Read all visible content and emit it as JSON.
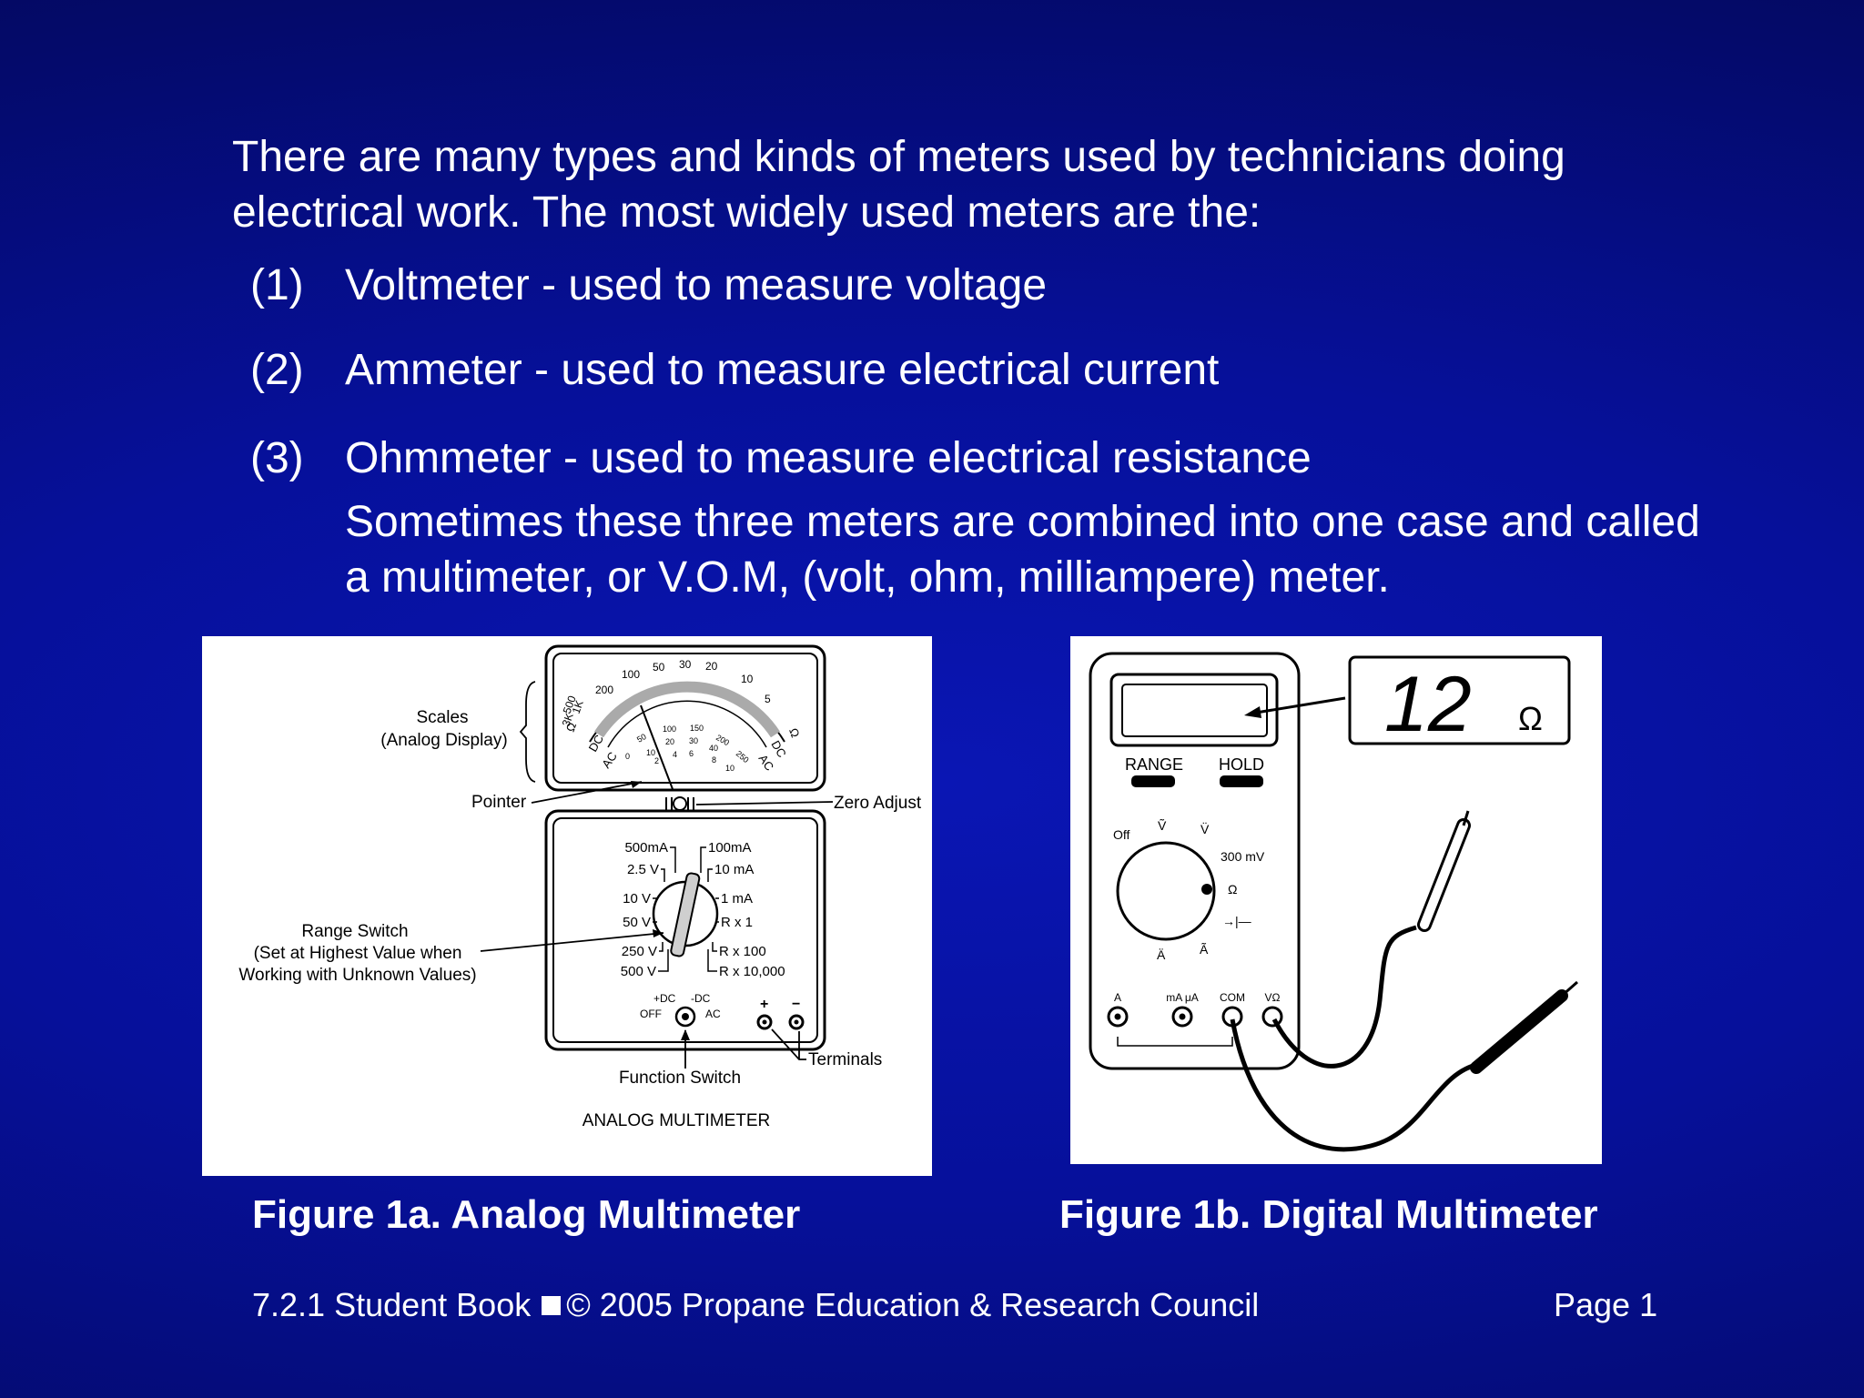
{
  "intro": "There are many types and kinds of meters used by technicians doing electrical work.  The most widely used meters are the:",
  "items": [
    {
      "num": "(1)",
      "text": "Voltmeter - used to measure voltage"
    },
    {
      "num": "(2)",
      "text": "Ammeter - used to measure electrical current"
    },
    {
      "num": "(3)",
      "text": "Ohmmeter - used to measure electrical resistance"
    }
  ],
  "note": "Sometimes these three meters are combined into one case and called a multimeter, or V.O.M, (volt, ohm, milliampere) meter.",
  "figure_a": {
    "caption": "Figure 1a.  Analog Multimeter",
    "title": "ANALOG MULTIMETER",
    "labels": {
      "scales_1": "Scales",
      "scales_2": "(Analog Display)",
      "pointer": "Pointer",
      "zero_adjust": "Zero Adjust",
      "range_switch_1": "Range Switch",
      "range_switch_2": "(Set at Highest Value when",
      "range_switch_3": "Working with Unknown Values)",
      "function_switch": "Function Switch",
      "terminals": "Terminals"
    },
    "scale_top": [
      "500",
      "1K",
      "3K",
      "200",
      "100",
      "50",
      "30",
      "20",
      "10",
      "5"
    ],
    "scale_mid": [
      "100",
      "150",
      "200",
      "250",
      "50",
      "20",
      "30",
      "40",
      "10",
      "0",
      "6",
      "8",
      "10",
      "2",
      "4"
    ],
    "scale_side": [
      "Ω",
      "DC",
      "AC",
      "Ω",
      "DC",
      "AC"
    ],
    "dial_left": [
      "500mA",
      "2.5 V",
      "10 V",
      "50 V",
      "250 V",
      "500 V"
    ],
    "dial_right": [
      "100mA",
      "10 mA",
      "1 mA",
      "R x 1",
      "R x 100",
      "R x 10,000"
    ],
    "function_labels": [
      "+DC",
      "-DC",
      "OFF",
      "AC"
    ],
    "terminal_signs": [
      "+",
      "−"
    ]
  },
  "figure_b": {
    "caption": "Figure 1b.  Digital Multimeter",
    "display_value": "12",
    "display_unit": "Ω",
    "buttons": [
      "RANGE",
      "HOLD"
    ],
    "dial_labels": {
      "off": "Off",
      "v_ac": "Ṽ",
      "v_dc": "V̈",
      "mv": "300 mV",
      "ohm": "Ω",
      "diode": "→|—",
      "a_dc": "Ä",
      "a_ac": "Ã"
    },
    "jacks": [
      "A",
      "mA μA",
      "COM",
      "VΩ"
    ]
  },
  "footer": {
    "left": "7.2.1 Student Book",
    "copyright": "© 2005 Propane Education & Research Council",
    "page": "Page 1"
  }
}
